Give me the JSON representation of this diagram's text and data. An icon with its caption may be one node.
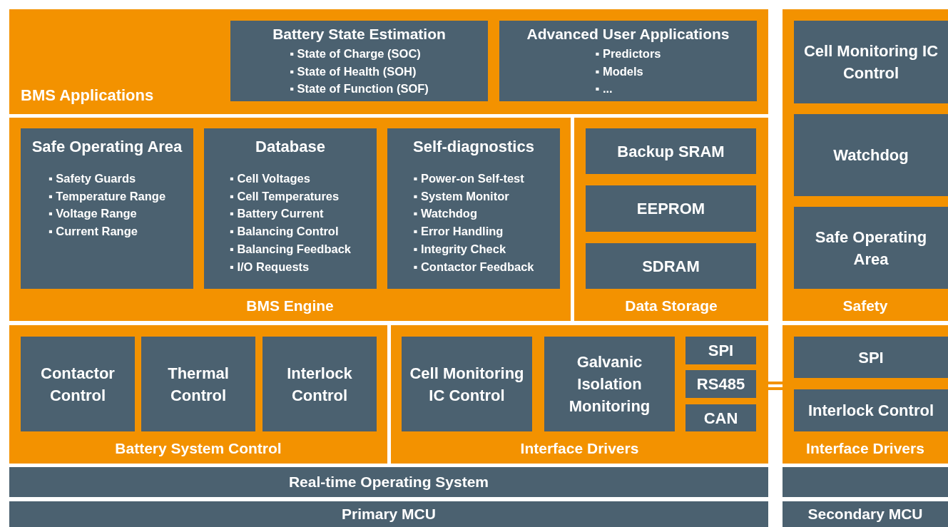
{
  "diagram": {
    "nodes": [
      {
        "text": [
          "BMS Applications"
        ]
      },
      {
        "text": [
          "Battery State Estimation",
          "▪ State of Charge (SOC)",
          "▪ State of Health (SOH)",
          "▪ State of Function (SOF)"
        ],
        "in": 0
      },
      {
        "text": [
          "Advanced User Applications",
          "▪ Predictors",
          "▪ Models",
          "▪ ..."
        ],
        "in": 0
      },
      {
        "text": [
          "Safety"
        ]
      },
      {
        "text": [
          "Cell Monitoring IC Control"
        ],
        "in": 3
      },
      {
        "text": [
          "Watchdog"
        ],
        "in": 3
      },
      {
        "text": [
          "Safe Operating Area"
        ],
        "in": 3
      },
      {
        "text": [
          "BMS Engine"
        ]
      },
      {
        "text": [
          "Safe Operating Area",
          "▪ Safety Guards",
          "▪ Temperature Range",
          "▪ Voltage Range",
          "▪ Current Range"
        ],
        "in": 7
      },
      {
        "text": [
          "Database",
          "▪ Cell Voltages",
          "▪ Cell Temperatures",
          "▪ Battery Current",
          "▪ Balancing Control",
          "▪ Balancing Feedback",
          "▪ I/O Requests"
        ],
        "in": 7
      },
      {
        "text": [
          "Self-diagnostics",
          "▪ Power-on Self-test",
          "▪ System Monitor",
          "▪ Watchdog",
          "▪ Error Handling",
          "▪ Integrity Check",
          "▪ Contactor Feedback"
        ],
        "in": 7
      },
      {
        "text": [
          "Data Storage"
        ]
      },
      {
        "text": [
          "Backup SRAM"
        ],
        "in": 11
      },
      {
        "text": [
          "EEPROM"
        ],
        "in": 11
      },
      {
        "text": [
          "SDRAM"
        ],
        "in": 11
      },
      {
        "text": [
          "Battery System Control"
        ]
      },
      {
        "text": [
          "Contactor Control"
        ],
        "in": 15
      },
      {
        "text": [
          "Thermal Control"
        ],
        "in": 15
      },
      {
        "text": [
          "Interlock Control"
        ],
        "in": 15
      },
      {
        "text": [
          "Interface Drivers"
        ]
      },
      {
        "text": [
          "Cell Monitoring IC Control"
        ],
        "in": 19
      },
      {
        "text": [
          "Galvanic Isolation Monitoring"
        ],
        "in": 19
      },
      {
        "text": [
          "SPI"
        ],
        "in": 19
      },
      {
        "text": [
          "RS485"
        ],
        "in": 19
      },
      {
        "text": [
          "CAN"
        ],
        "in": 19
      },
      {
        "text": [
          "Interface Drivers"
        ]
      },
      {
        "text": [
          "SPI"
        ],
        "in": 25
      },
      {
        "text": [
          "Interlock Control"
        ],
        "in": 25
      },
      {
        "text": [
          "Real-time Operating System"
        ]
      },
      {
        "text": [],
        "shape": "bar"
      },
      {
        "text": [
          "Primary MCU"
        ]
      },
      {
        "text": [
          "Secondary MCU"
        ]
      }
    ],
    "edges": [
      {
        "from": 19,
        "to": 25,
        "arrow": "none"
      }
    ]
  }
}
